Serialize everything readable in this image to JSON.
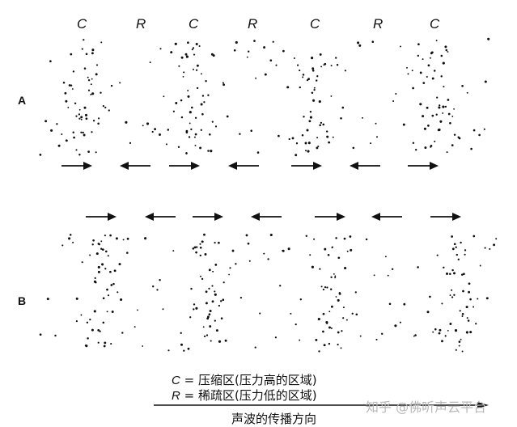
{
  "top_labels": [
    "C",
    "R",
    "C",
    "R",
    "C",
    "R",
    "C"
  ],
  "row_labels": {
    "a": "A",
    "b": "B"
  },
  "arrows": {
    "row_a": [
      "right",
      "left",
      "right",
      "left",
      "right",
      "left",
      "right"
    ],
    "row_b": [
      "right",
      "left",
      "right",
      "left",
      "right",
      "left",
      "right"
    ]
  },
  "legend": {
    "c_symbol": "C",
    "c_text": " = 压缩区(压力高的区域)",
    "r_symbol": "R",
    "r_text": " = 稀疏区(压力低的区域)"
  },
  "propagation_label": "声波的传播方向",
  "watermark": "知乎 @佛听声云平台"
}
